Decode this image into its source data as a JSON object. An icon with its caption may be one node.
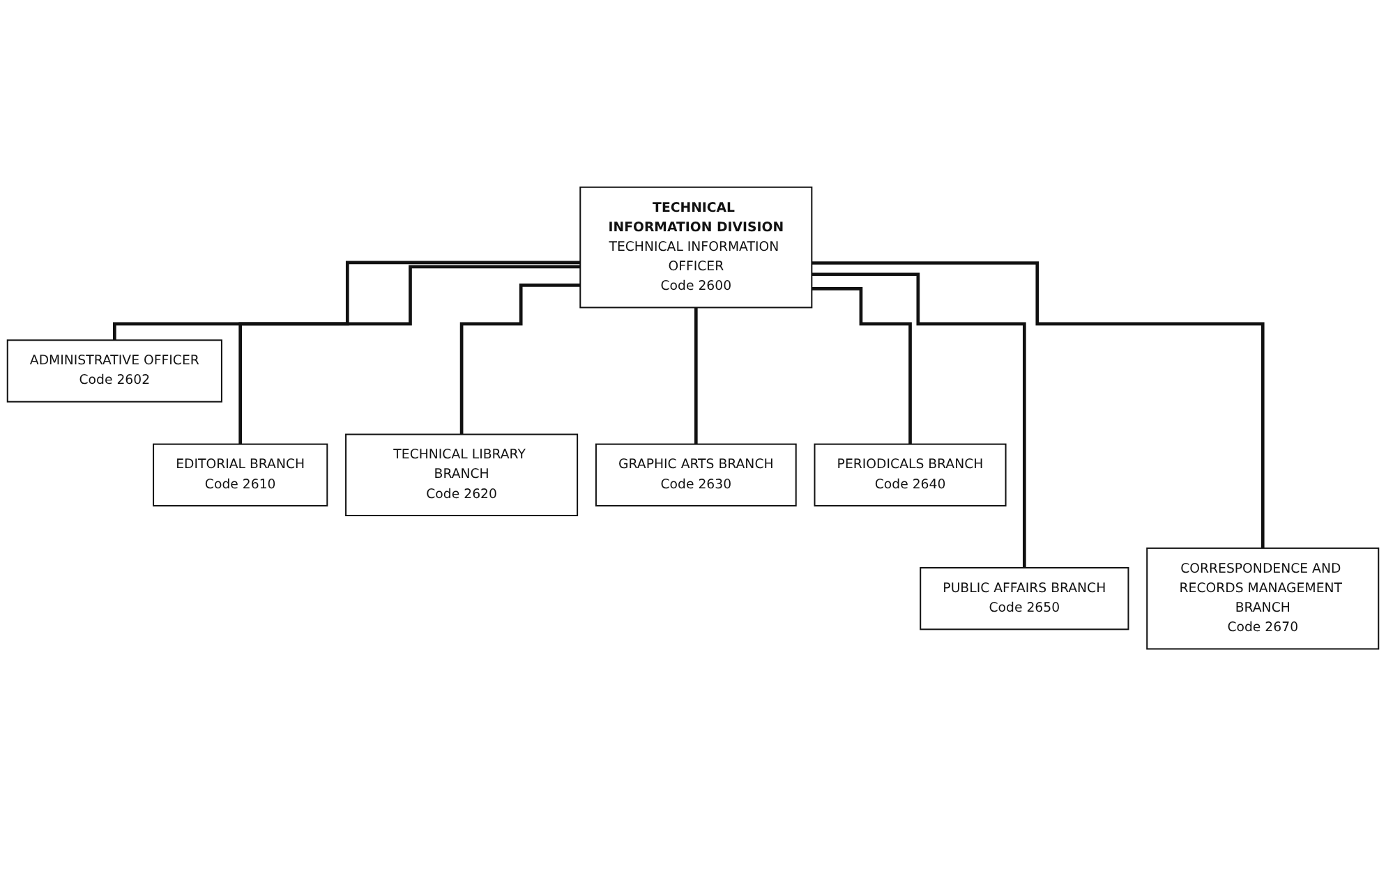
{
  "diagram": {
    "nodes": [
      {
        "text": [
          "TECHNICAL INFORMATION DIVISION",
          "TECHNICAL INFORMATION OFFICER",
          "Code 2600"
        ]
      },
      {
        "text": [
          "ADMINISTRATIVE OFFICER",
          "Code 2602"
        ]
      },
      {
        "text": [
          "EDITORIAL BRANCH",
          "Code 2610"
        ]
      },
      {
        "text": [
          "TECHNICAL LIBRARY BRANCH",
          "Code 2620"
        ]
      },
      {
        "text": [
          "GRAPHIC ARTS BRANCH",
          "Code 2630"
        ]
      },
      {
        "text": [
          "PERIODICALS BRANCH",
          "Code 2640"
        ]
      },
      {
        "text": [
          "PUBLIC AFFAIRS BRANCH",
          "Code 2650"
        ]
      },
      {
        "text": [
          "CORRESPONDENCE AND RECORDS MANAGEMENT BRANCH",
          "Code 2670"
        ]
      }
    ],
    "edges": [
      {
        "from": 0,
        "to": 1,
        "arrow": "none"
      },
      {
        "from": 0,
        "to": 2,
        "arrow": "none"
      },
      {
        "from": 0,
        "to": 3,
        "arrow": "none"
      },
      {
        "from": 0,
        "to": 4,
        "arrow": "none"
      },
      {
        "from": 0,
        "to": 5,
        "arrow": "none"
      },
      {
        "from": 0,
        "to": 6,
        "arrow": "none"
      },
      {
        "from": 0,
        "to": 7,
        "arrow": "none"
      }
    ]
  }
}
